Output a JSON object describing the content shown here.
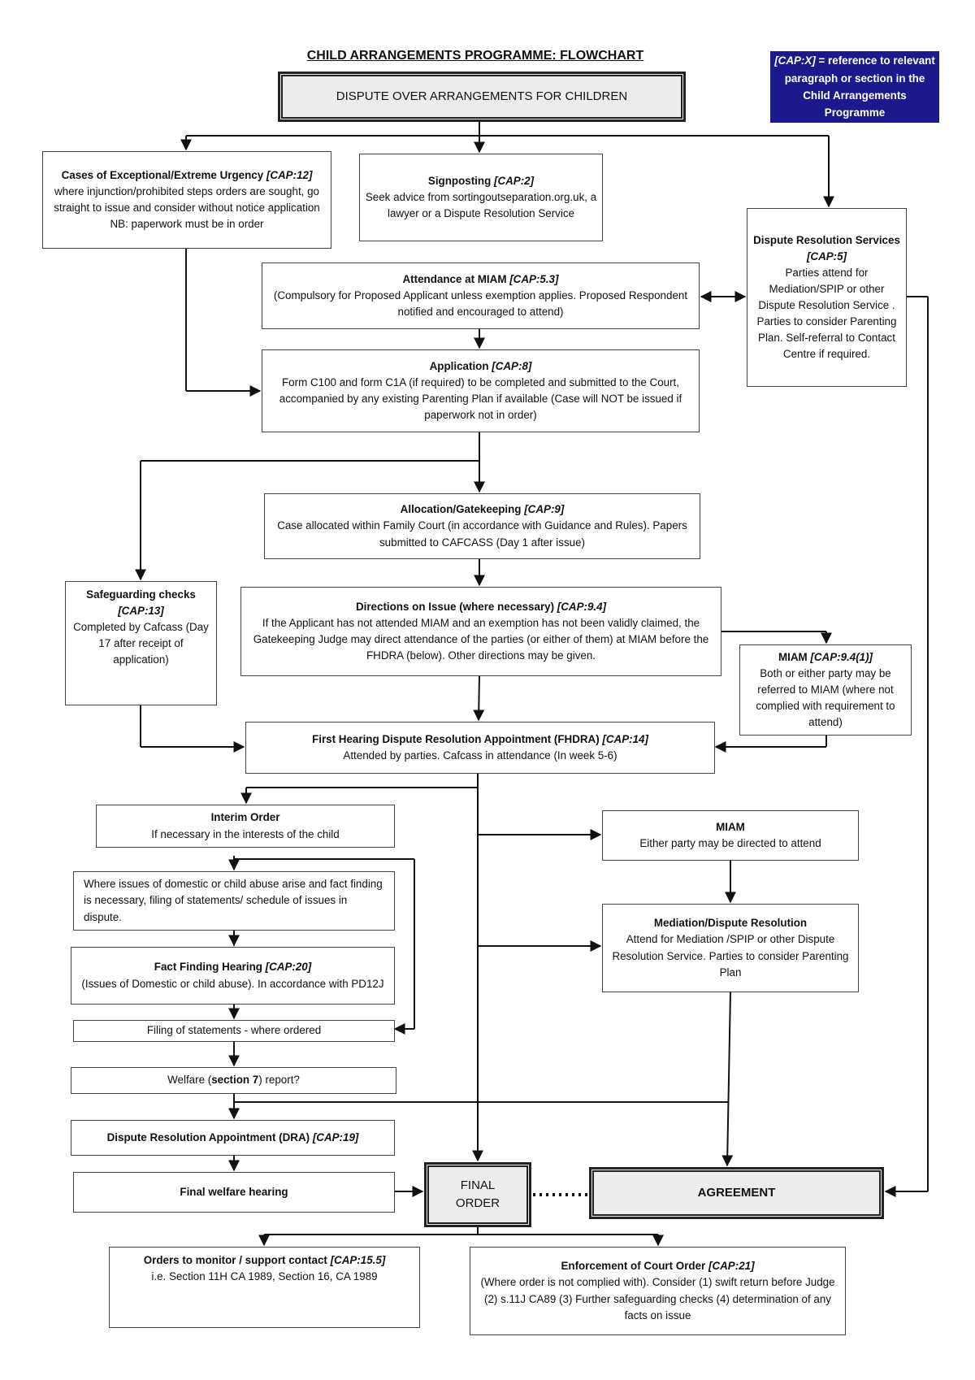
{
  "title": "CHILD ARRANGEMENTS PROGRAMME: FLOWCHART",
  "legend": {
    "key": "[CAP:X]",
    "text": " = reference to relevant paragraph or section in the Child Arrangements Programme"
  },
  "nodes": {
    "dispute": {
      "title": "DISPUTE OVER ARRANGEMENTS FOR CHILDREN"
    },
    "urgency": {
      "title": "Cases of Exceptional/Extreme Urgency ",
      "ref": "[CAP:12]",
      "body": "where injunction/prohibited steps orders are sought, go straight to issue and consider without notice application",
      "body2": "NB: paperwork must be in order"
    },
    "signposting": {
      "title": "Signposting ",
      "ref": "[CAP:2]",
      "body": "Seek advice from sortingoutseparation.org.uk, a lawyer or a Dispute Resolution Service"
    },
    "drs": {
      "title": "Dispute Resolution Services ",
      "ref": "[CAP:5]",
      "body": "Parties attend for Mediation/SPIP or other Dispute Resolution Service . Parties to consider Parenting Plan. Self-referral to Contact Centre if required."
    },
    "miam": {
      "title": "Attendance at MIAM ",
      "ref": "[CAP:5.3]",
      "body": "(Compulsory for Proposed Applicant unless exemption applies. Proposed Respondent notified and encouraged to attend)"
    },
    "application": {
      "title": "Application ",
      "ref": "[CAP:8]",
      "body": "Form C100 and form C1A (if required) to be completed and submitted to the Court, accompanied by any existing Parenting Plan if available (Case will NOT be issued if paperwork not in order)"
    },
    "allocation": {
      "title": "Allocation/Gatekeeping ",
      "ref": "[CAP:9]",
      "body": "Case allocated within Family Court (in accordance with Guidance and Rules). Papers submitted to CAFCASS (Day 1 after issue)"
    },
    "safeguarding": {
      "title": "Safeguarding checks",
      "ref": "[CAP:13]",
      "body": "Completed by Cafcass (Day 17 after receipt of application)"
    },
    "directions": {
      "title": "Directions on Issue (where necessary) ",
      "ref": "[CAP:9.4]",
      "body": "If the Applicant has not attended MIAM and an exemption has not been validly claimed, the Gatekeeping Judge may direct attendance of the parties (or either of them) at MIAM before the FHDRA (below). Other directions may be given."
    },
    "miam2": {
      "title": "MIAM ",
      "ref": "[CAP:9.4(1)]",
      "body": "Both or either party may be referred to MIAM (where not complied with requirement to attend)"
    },
    "fhdra": {
      "title": "First Hearing Dispute Resolution Appointment (FHDRA) ",
      "ref": "[CAP:14]",
      "body": "Attended by parties. Cafcass in attendance (In week 5-6)"
    },
    "interim": {
      "title": "Interim Order",
      "body": "If necessary in the interests of the child"
    },
    "miam3": {
      "title": "MIAM",
      "body": "Either party may be directed to attend"
    },
    "abuse": {
      "body": "Where issues of domestic or child abuse arise and fact finding is necessary, filing of statements/ schedule of issues in dispute."
    },
    "mediation": {
      "title": "Mediation/Dispute Resolution",
      "body": "Attend for Mediation /SPIP or other Dispute Resolution Service. Parties to consider Parenting Plan"
    },
    "factfinding": {
      "title": "Fact Finding Hearing ",
      "ref": "[CAP:20]",
      "body": "(Issues of Domestic or child abuse). In accordance with PD12J"
    },
    "filing": {
      "body": "Filing of statements - where ordered"
    },
    "welfare": {
      "pre": "Welfare (",
      "bold": "section 7",
      "post": ") report?"
    },
    "dra": {
      "title": "Dispute Resolution Appointment (DRA) ",
      "ref": "[CAP:19]"
    },
    "finalwelfare": {
      "title": "Final welfare hearing"
    },
    "finalorder": {
      "line1": "FINAL",
      "line2": "ORDER"
    },
    "agreement": {
      "title": "AGREEMENT"
    },
    "orders": {
      "title": "Orders to monitor / support contact ",
      "ref": "[CAP:15.5]",
      "body": "i.e. Section 11H CA 1989, Section 16, CA 1989"
    },
    "enforcement": {
      "title": "Enforcement of Court Order ",
      "ref": "[CAP:21]",
      "body": "(Where order is not complied with). Consider (1) swift return before Judge (2) s.11J CA89 (3) Further safeguarding checks (4) determination of any facts on issue"
    }
  }
}
